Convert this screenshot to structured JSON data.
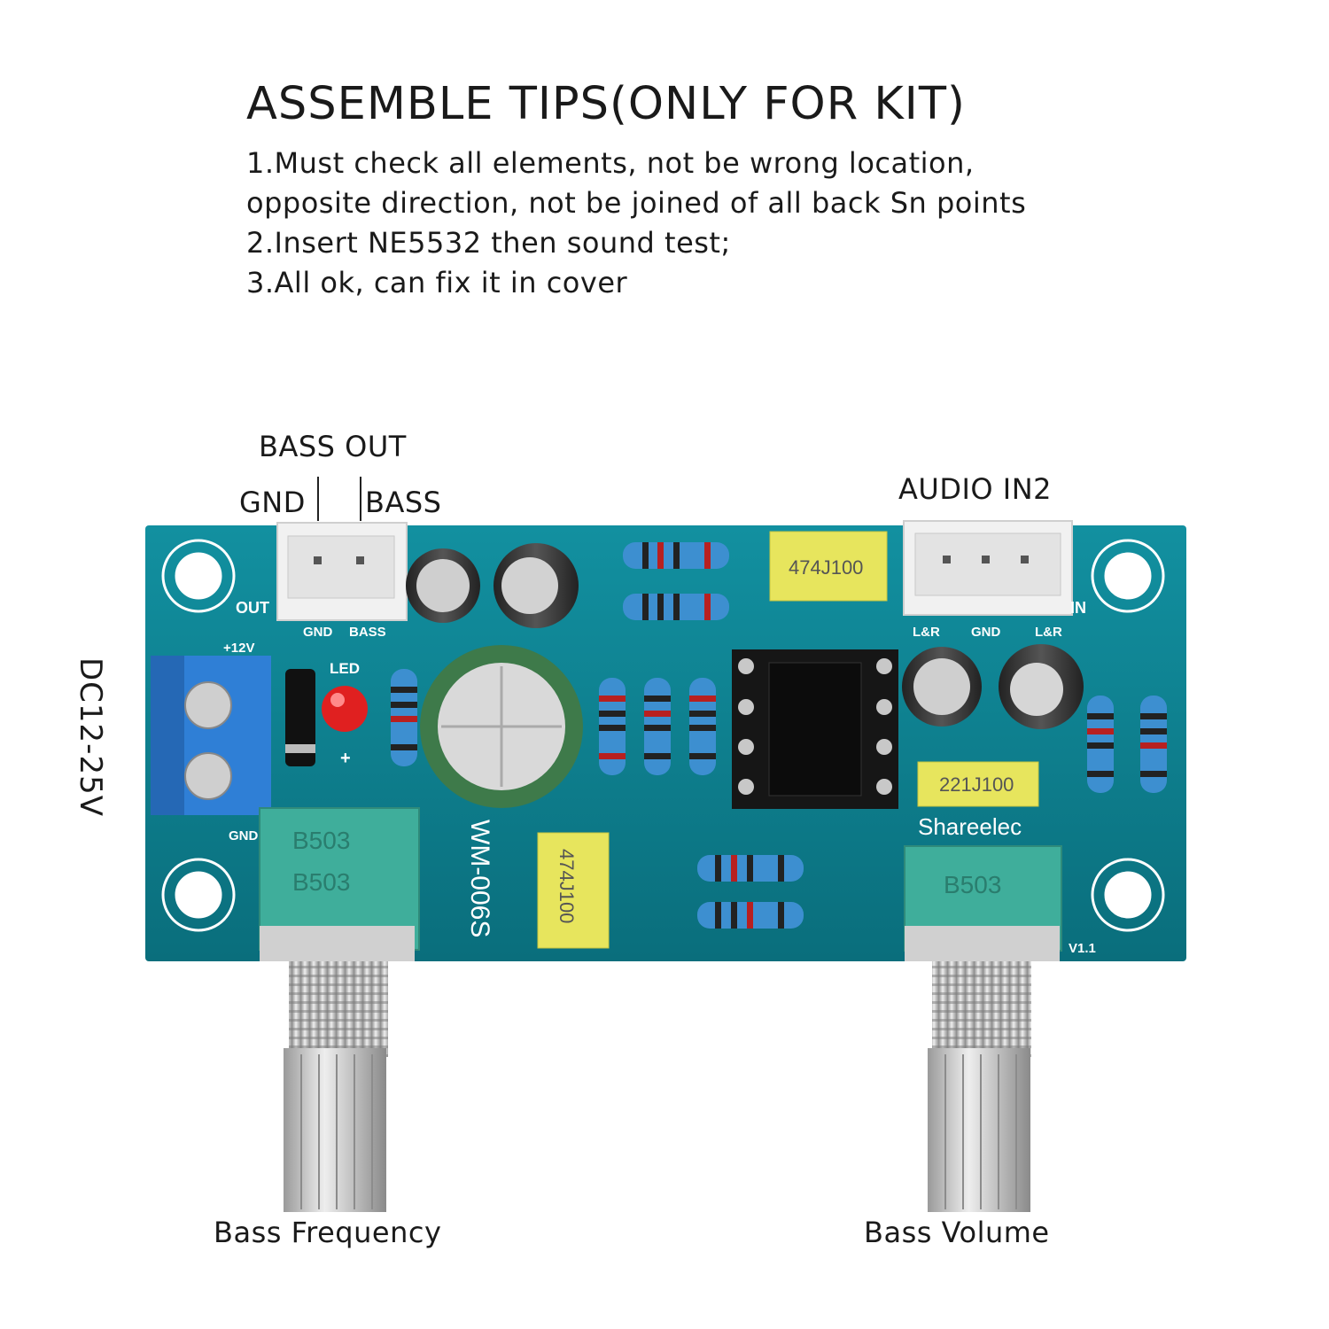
{
  "tips": {
    "title": "ASSEMBLE TIPS(ONLY FOR KIT)",
    "lines": [
      "1.Must check all elements, not be wrong location,",
      "opposite direction, not be joined of all back Sn points",
      "2.Insert NE5532 then sound test;",
      "3.All ok, can fix it in cover"
    ]
  },
  "callouts": {
    "bass_out": "BASS OUT",
    "gnd": "GND",
    "bass": "BASS",
    "audio_in2": "AUDIO IN2",
    "power": "DC12-25V",
    "bass_frequency": "Bass Frequency",
    "bass_volume": "Bass Volume"
  },
  "board": {
    "silk_out": "OUT",
    "silk_in": "IN",
    "silk_gnd_out": "GND",
    "silk_bass_out": "BASS",
    "silk_lr_left": "L&R",
    "silk_gnd_in": "GND",
    "silk_lr_right": "L&R",
    "silk_12v": "+12V",
    "silk_led": "LED",
    "silk_plus": "+",
    "silk_gnd_power": "GND",
    "cap_top": "474J100",
    "cap_mid": "221J100",
    "cap_bottom": "474J100",
    "pot_left_a": "B503",
    "pot_left_b": "B503",
    "pot_right": "B503",
    "brand": "Shareelec",
    "model": "WM-006S",
    "version": "V1.1"
  },
  "colors": {
    "pcb": "#0f8494",
    "pcb_dark": "#0a6573",
    "connector": "#f2f2f2",
    "terminal": "#2f7fd6",
    "pot_body": "#3fae9b",
    "film_cap": "#e7e55d",
    "led": "#e02020"
  }
}
